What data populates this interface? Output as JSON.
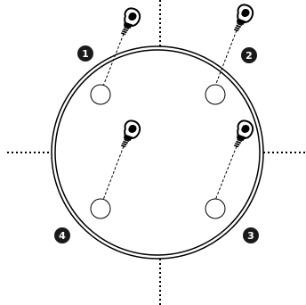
{
  "badges": [
    {
      "number": "1"
    },
    {
      "number": "2"
    },
    {
      "number": "3"
    },
    {
      "number": "4"
    }
  ],
  "colors": {
    "line": "#000000",
    "hole_fill": "#ffffff",
    "badge_fill": "#1a1a1a",
    "badge_text": "#ffffff"
  },
  "icons": {
    "screw": "thumbscrew-icon",
    "hole": "mounting-hole-icon",
    "badge": "step-number-badge"
  }
}
